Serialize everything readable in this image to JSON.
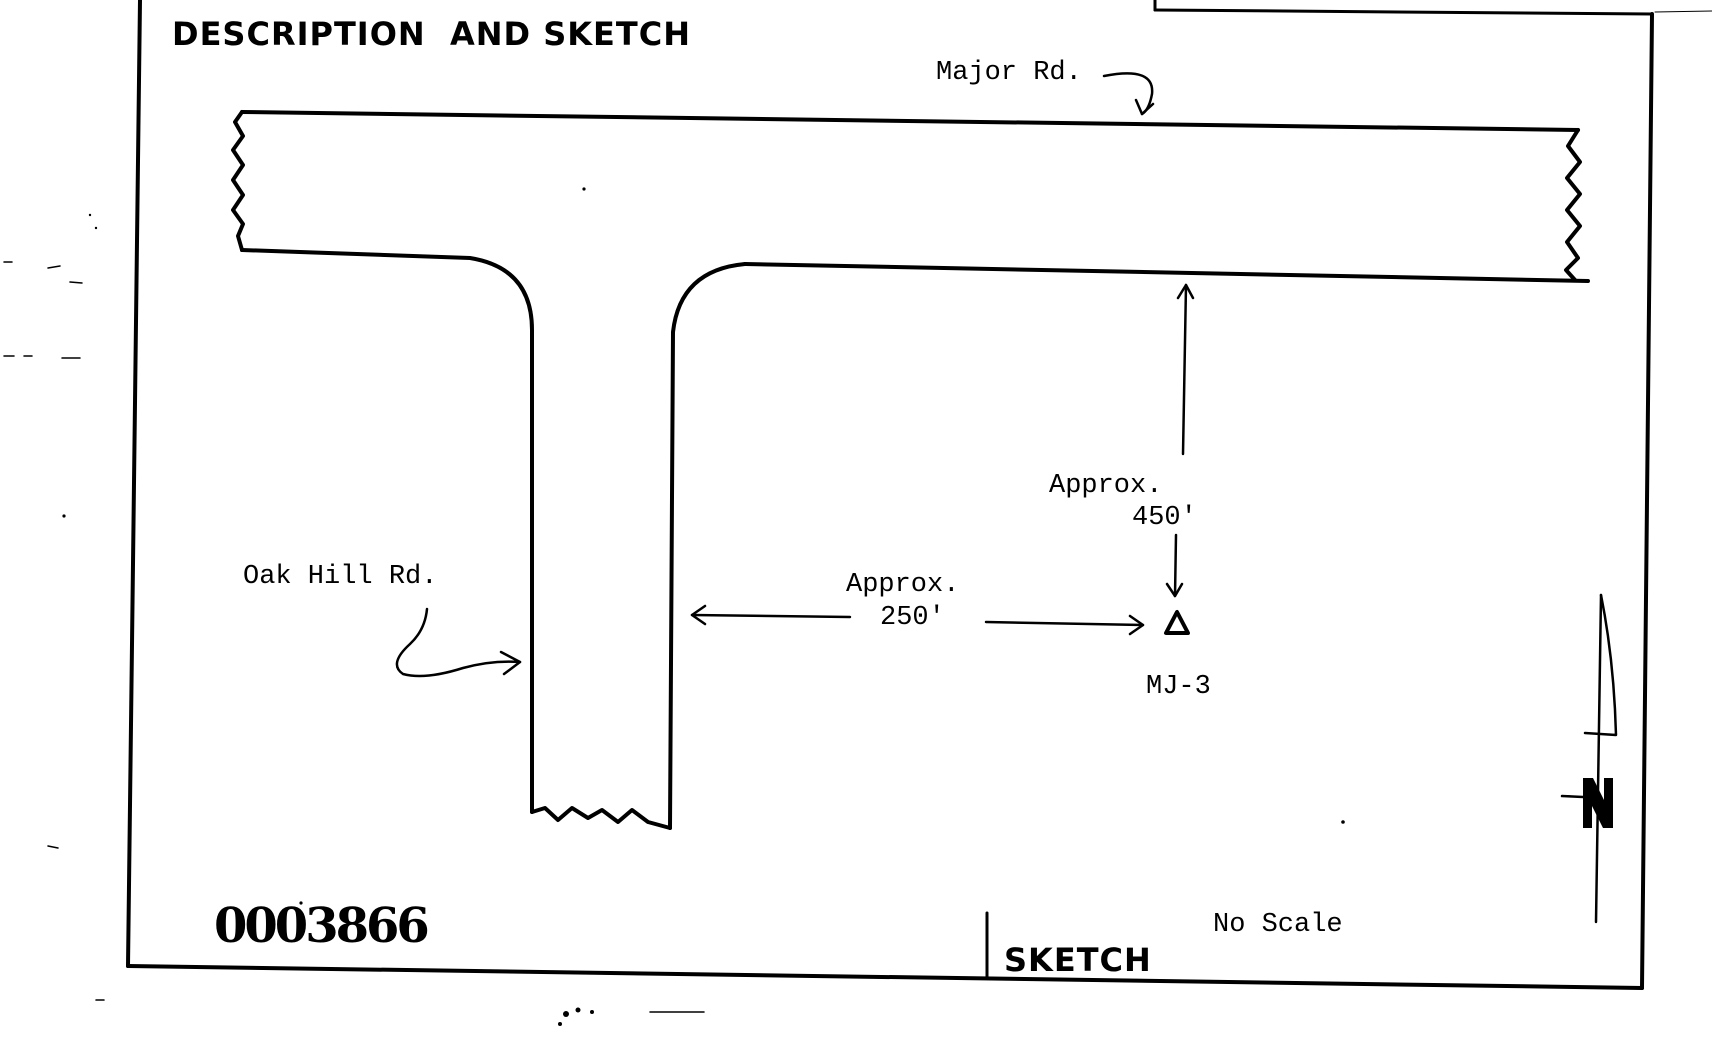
{
  "header": {
    "title": "DESCRIPTION  AND SKETCH"
  },
  "roads": {
    "major": "Major Rd.",
    "oak_hill": "Oak Hill Rd."
  },
  "measurements": {
    "vertical": {
      "label": "Approx.",
      "value": "450'"
    },
    "horizontal": {
      "label": "Approx.",
      "value": "250'"
    }
  },
  "station": {
    "name": "MJ-3",
    "symbol": "triangle-icon"
  },
  "footer": {
    "document_number": "0003866",
    "section_label": "SKETCH",
    "scale_note": "No Scale"
  },
  "north_arrow": {
    "letter": "N"
  },
  "colors": {
    "ink": "#000000",
    "paper": "#ffffff"
  }
}
